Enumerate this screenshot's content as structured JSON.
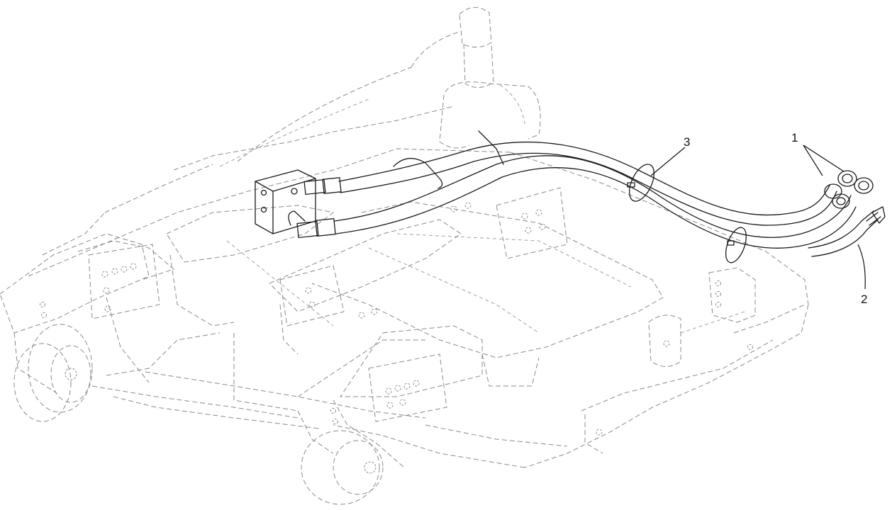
{
  "callouts": [
    {
      "id": "1",
      "label": "1"
    },
    {
      "id": "2",
      "label": "2"
    },
    {
      "id": "3",
      "label": "3"
    }
  ],
  "colors": {
    "background": "#ffffff",
    "ghost_lines": "#8a8a8a",
    "part_lines": "#1a1a1a",
    "leader_lines": "#111111"
  }
}
